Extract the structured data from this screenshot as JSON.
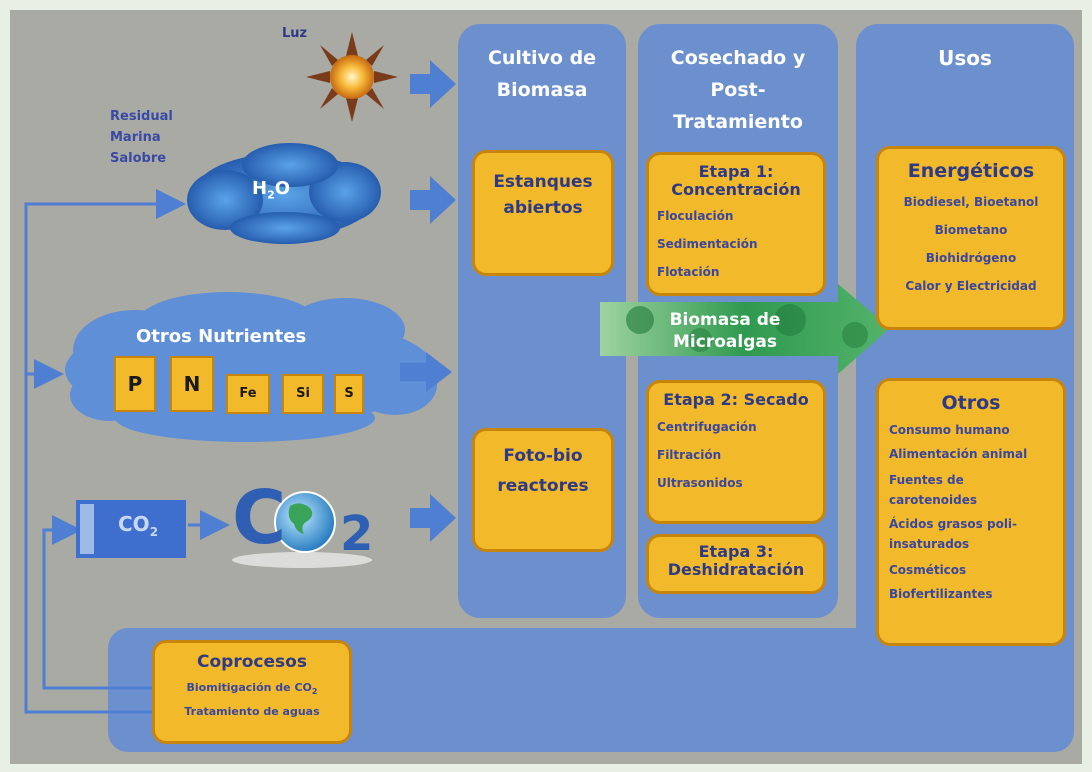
{
  "inputs": {
    "luz": "Luz",
    "water_types": [
      "Residual",
      "Marina",
      "Salobre"
    ],
    "h2o": {
      "main": "H",
      "sub": "2",
      "tail": "O"
    },
    "nutrients_title": "Otros Nutrientes",
    "nutrients": [
      "P",
      "N",
      "Fe",
      "Si",
      "S"
    ],
    "co2_small": {
      "main": "CO",
      "sub": "2"
    },
    "co2_logo": {
      "c": "C",
      "two": "2"
    }
  },
  "columns": {
    "cultivo": {
      "header": "Cultivo de Biomasa",
      "boxes": [
        "Estanques abiertos",
        "Foto-bio reactores"
      ]
    },
    "cosechado": {
      "header": "Cosechado y Post-Tratamiento",
      "etapa1": {
        "title": "Etapa 1: Concentración",
        "items": [
          "Floculación",
          "Sedimentación",
          "Flotación"
        ]
      },
      "etapa2": {
        "title": "Etapa 2: Secado",
        "items": [
          "Centrifugación",
          "Filtración",
          "Ultrasonidos"
        ]
      },
      "etapa3": {
        "title": "Etapa 3: Deshidratación"
      }
    },
    "usos": {
      "header": "Usos",
      "energeticos": {
        "title": "Energéticos",
        "items": [
          "Biodiesel, Bioetanol",
          "Biometano",
          "Biohidrógeno",
          "Calor y Electricidad"
        ]
      },
      "otros": {
        "title": "Otros",
        "items": [
          "Consumo humano",
          "Alimentación animal",
          "Fuentes de carotenoides",
          "Ácidos grasos poli-insaturados",
          "Cosméticos",
          "Biofertilizantes"
        ]
      }
    }
  },
  "biomasa": "Biomasa de Microalgas",
  "coprocesos": {
    "title": "Coprocesos",
    "line1": {
      "main": "Biomitigación de CO",
      "sub": "2"
    },
    "line2": "Tratamiento de aguas"
  },
  "colors": {
    "background": "#a9aaa4",
    "column_blue": "#6c8fcd",
    "box_yellow": "#f2b92a",
    "box_border": "#c8850c",
    "text_navy": "#2e3a86"
  }
}
